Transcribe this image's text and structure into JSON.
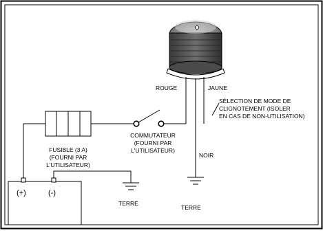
{
  "labels": {
    "rouge": "ROUGE",
    "jaune": "JAUNE",
    "selection_line1": "SÉLECTION DE MODE DE",
    "selection_line2": "CLIGNOTEMENT (ISOLER",
    "selection_line3": "EN CAS DE NON-UTILISATION)",
    "commutateur_line1": "COMMUTATEUR",
    "commutateur_line2": "(FOURNI PAR",
    "commutateur_line3": "L'UTILISATEUR)",
    "fusible_line1": "FUSIBLE (3 A)",
    "fusible_line2": "(FOURNI PAR",
    "fusible_line3": "L'UTILISATEUR)",
    "noir": "NOIR",
    "terre_battery": "TERRE",
    "terre_beacon": "TERRE",
    "battery_plus": "(+)",
    "battery_minus": "(-)"
  },
  "colors": {
    "line": "#000000",
    "background": "#ffffff",
    "beacon_gray": "#7a7a7a"
  }
}
